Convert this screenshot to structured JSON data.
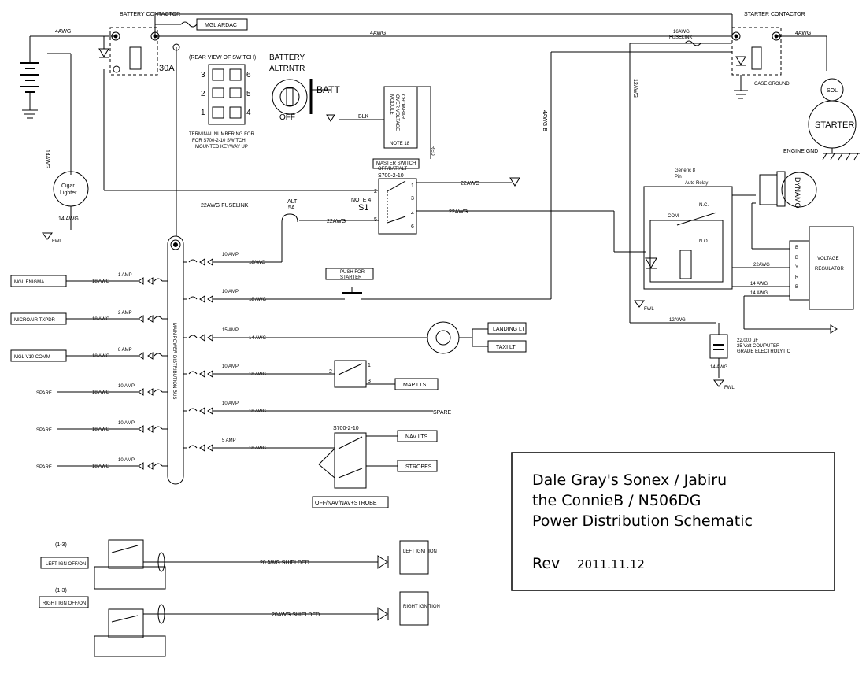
{
  "title_block": {
    "line1": "Dale Gray's Sonex / Jabiru",
    "line2": "the ConnieB / N506DG",
    "line3": "Power Distribution Schematic",
    "rev_label": "Rev",
    "rev_value": "2011.11.12"
  },
  "top": {
    "battery_contactor": "BATTERY CONTACTOR",
    "starter_contactor": "STARTER CONTACTOR",
    "mgl_ardac": "MGL ARDAC",
    "w_4awg": "4AWG",
    "fuselink_16": "16AWG FUSELINK",
    "w_14awg": "14AWG",
    "w_12awg": "12AWG",
    "w_4awg_b": "4AWG B",
    "fuse_30a": "30A",
    "case_ground": "CASE GROUND",
    "sol": "SOL",
    "starter": "STARTER",
    "engine_gnd": "ENGINE GND",
    "cigar": "Cigar Lighter",
    "w_14awg_b": "14 AWG",
    "fwl": "FWL"
  },
  "switch_view": {
    "title": "(REAR VIEW OF SWITCH)",
    "nums": [
      "3",
      "2",
      "1",
      "6",
      "5",
      "4"
    ],
    "note1": "TERMINAL NUMBERING FOR",
    "note2": "FOR S700-2-10 SWITCH",
    "note3": "MOUNTED KEYWAY UP"
  },
  "batt_switch": {
    "battery": "BATTERY",
    "altrntr": "ALTRNTR",
    "off": "OFF",
    "batt": "BATT",
    "blk": "BLK",
    "red": "RED",
    "ovm1": "CROWBAR",
    "ovm2": "OVER VOLTAGE",
    "ovm3": "MODULE",
    "note18": "NOTE 18"
  },
  "master": {
    "title1": "MASTER SWITCH",
    "title2": "OFF/BAT/ALT",
    "part": "S700-2-10",
    "note": "NOTE 4",
    "s1": "S1",
    "w22": "22AWG",
    "fuselink": "22AWG FUSELINK",
    "alt": "ALT",
    "alt_amp": "5A"
  },
  "bus": {
    "label": "MAIN POWER DISTRIBUTION BUS"
  },
  "left_items": [
    {
      "label": "MGL ENIGMA",
      "wire": "18 AWG",
      "amp": "1 AMP"
    },
    {
      "label": "MICROAIR TXPDR",
      "wire": "18 AWG",
      "amp": "2 AMP"
    },
    {
      "label": "MGL V10 COMM",
      "wire": "18 AWG",
      "amp": "8 AMP"
    },
    {
      "label": "SPARE",
      "wire": "18 AWG",
      "amp": "10 AMP"
    },
    {
      "label": "SPARE",
      "wire": "18 AWG",
      "amp": "10 AMP"
    },
    {
      "label": "SPARE",
      "wire": "18 AWG",
      "amp": "10 AMP"
    }
  ],
  "right_items": [
    {
      "amp": "10 AMP",
      "wire": "18AWG"
    },
    {
      "amp": "10 AMP",
      "wire": "18 AWG"
    },
    {
      "amp": "15 AMP",
      "wire": "14 AWG"
    },
    {
      "amp": "10 AMP",
      "wire": "18 AWG"
    },
    {
      "amp": "10 AMP",
      "wire": "18 AWG"
    },
    {
      "amp": "5 AMP",
      "wire": "18 AWG"
    }
  ],
  "loads": {
    "push_starter1": "PUSH FOR",
    "push_starter2": "STARTER",
    "landing": "LANDING LT",
    "taxi": "TAXI LT",
    "map": "MAP LTS",
    "spare": "SPARE",
    "nav_part": "S700-2-10",
    "nav": "NAV LTS",
    "strobes": "STROBES",
    "nav_sw": "OFF/NAV/NAV+STROBE"
  },
  "relay": {
    "t1": "Generic 8",
    "t2": "Pin",
    "t3": "Auto Relay",
    "com": "COM",
    "nc": "N.C.",
    "no": "N.O.",
    "dynamo": "DYNAMO",
    "vr1": "VOLTAGE",
    "vr2": "REGULATOR",
    "vr_pins": [
      "B",
      "B",
      "Y",
      "R",
      "B"
    ],
    "w22": "22AWG",
    "w14a": "14 AWG",
    "w14b": "14 AWG",
    "w12": "12AWG",
    "cap1": "22,000 uF",
    "cap2": "25 Volt COMPUTER",
    "cap3": "GRADE ELECTROLYTIC",
    "cap_w": "14 AWG"
  },
  "ign": {
    "left_num": "(1-3)",
    "left_sw": "LEFT IGN OFF/ON",
    "right_num": "(1-3)",
    "right_sw": "RIGHT IGN OFF/ON",
    "left_wire": "20 AWG SHIELDED",
    "right_wire": "20AWG SHIELDED",
    "left_box": "LEFT IGNITION",
    "right_box": "RIGHT IGNITION"
  },
  "pins": [
    "1",
    "2",
    "3",
    "4",
    "5",
    "6"
  ]
}
